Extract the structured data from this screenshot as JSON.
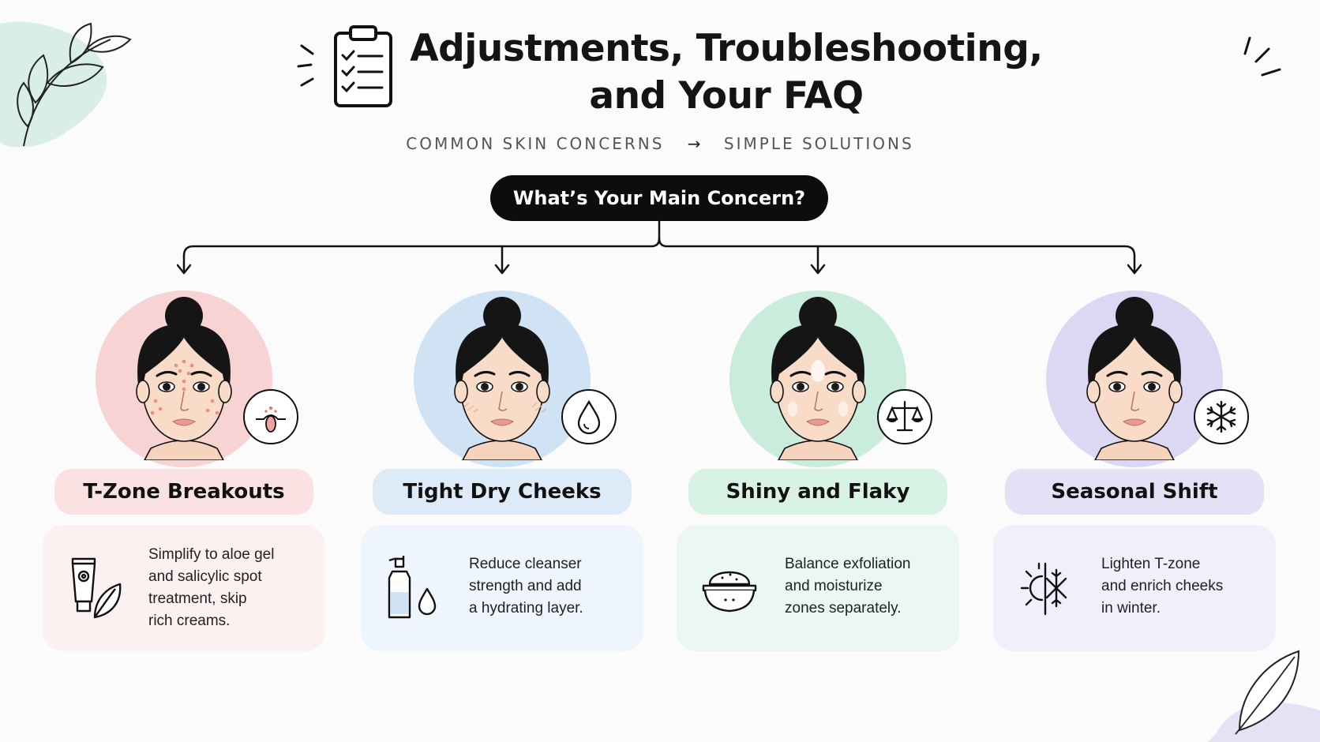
{
  "header": {
    "title_line1": "Adjustments, Troubleshooting,",
    "title_line2": "and Your FAQ",
    "subtitle_left": "COMMON SKIN CONCERNS",
    "subtitle_arrow": "→",
    "subtitle_right": "SIMPLE SOLUTIONS"
  },
  "root": {
    "label": "What’s Your Main Concern?"
  },
  "concerns": [
    {
      "label": "T-Zone Breakouts",
      "solution": [
        "Simplify to aloe gel",
        "and salicylic spot",
        "treatment, skip",
        "rich creams."
      ],
      "circle_color": "#f8d3d3",
      "pill_color": "#fbe2e2",
      "card_color": "#fdf0f0",
      "badge_icon": "pore-icon",
      "solution_icon": "tube-and-leaf-icon"
    },
    {
      "label": "Tight Dry Cheeks",
      "solution": [
        "Reduce cleanser",
        "strength and add",
        "a hydrating layer."
      ],
      "circle_color": "#cfe3f4",
      "pill_color": "#dcebf7",
      "card_color": "#eef5fc",
      "badge_icon": "water-drop-icon",
      "solution_icon": "pump-bottle-icon"
    },
    {
      "label": "Shiny and Flaky",
      "solution": [
        "Balance exfoliation",
        "and moisturize",
        "zones separately."
      ],
      "circle_color": "#c9ecdc",
      "pill_color": "#d8f3e6",
      "card_color": "#ebf8f1",
      "badge_icon": "balance-scale-icon",
      "solution_icon": "bowl-icon"
    },
    {
      "label": "Seasonal Shift",
      "solution": [
        "Lighten T-zone",
        "and enrich cheeks",
        "in winter."
      ],
      "circle_color": "#dcd8f3",
      "pill_color": "#e4e0f6",
      "card_color": "#f1effb",
      "badge_icon": "snowflake-icon",
      "solution_icon": "sun-snowflake-icon"
    }
  ],
  "colors": {
    "ink": "#111111",
    "background": "#fbfbfb"
  }
}
